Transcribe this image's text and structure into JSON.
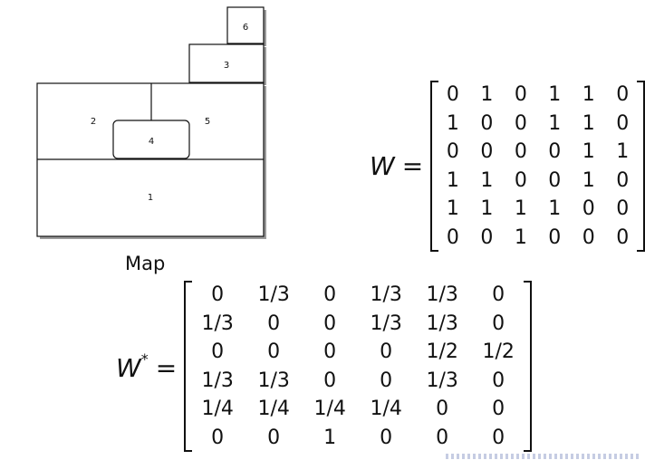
{
  "map": {
    "caption": "Map",
    "region_labels": [
      "1",
      "2",
      "3",
      "4",
      "5",
      "6"
    ],
    "border_color": "#111111",
    "shadow_color": "#9a9a9a"
  },
  "equation_W": {
    "symbol": "W",
    "equals": "=",
    "rows": [
      [
        "0",
        "1",
        "0",
        "1",
        "1",
        "0"
      ],
      [
        "1",
        "0",
        "0",
        "1",
        "1",
        "0"
      ],
      [
        "0",
        "0",
        "0",
        "0",
        "1",
        "1"
      ],
      [
        "1",
        "1",
        "0",
        "0",
        "1",
        "0"
      ],
      [
        "1",
        "1",
        "1",
        "1",
        "0",
        "0"
      ],
      [
        "0",
        "0",
        "1",
        "0",
        "0",
        "0"
      ]
    ]
  },
  "equation_Wstar": {
    "symbol": "W",
    "superscript": "*",
    "equals": "=",
    "rows": [
      [
        "0",
        "1/3",
        "0",
        "1/3",
        "1/3",
        "0"
      ],
      [
        "1/3",
        "0",
        "0",
        "1/3",
        "1/3",
        "0"
      ],
      [
        "0",
        "0",
        "0",
        "0",
        "1/2",
        "1/2"
      ],
      [
        "1/3",
        "1/3",
        "0",
        "0",
        "1/3",
        "0"
      ],
      [
        "1/4",
        "1/4",
        "1/4",
        "1/4",
        "0",
        "0"
      ],
      [
        "0",
        "0",
        "1",
        "0",
        "0",
        "0"
      ]
    ]
  }
}
